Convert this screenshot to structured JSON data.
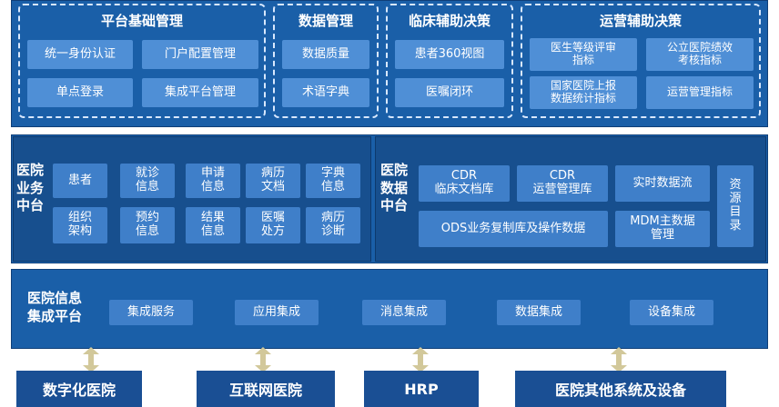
{
  "top": {
    "groups": [
      {
        "title": "平台基础管理",
        "items": [
          "统一身份认证",
          "门户配置管理",
          "单点登录",
          "集成平台管理"
        ]
      },
      {
        "title": "数据管理",
        "items": [
          "数据质量",
          "术语字典"
        ]
      },
      {
        "title": "临床辅助决策",
        "items": [
          "患者360视图",
          "医嘱闭环"
        ]
      },
      {
        "title": "运营辅助决策",
        "items": [
          "医生等级评审\n指标",
          "公立医院绩效\n考核指标",
          "国家医院上报\n数据统计指标",
          "运营管理指标"
        ]
      }
    ]
  },
  "business": {
    "label": "医院\n业务\n中台",
    "items": [
      "患者",
      "就诊\n信息",
      "申请\n信息",
      "病历\n文档",
      "字典\n信息",
      "组织\n架构",
      "预约\n信息",
      "结果\n信息",
      "医嘱\n处方",
      "病历\n诊断"
    ]
  },
  "data_center": {
    "label": "医院\n数据\n中台",
    "items": [
      "CDR\n临床文档库",
      "CDR\n运营管理库",
      "实时数据流",
      "ODS业务复制库及操作数据",
      "MDM主数据\n管理"
    ],
    "side": "资\n源\n目\n录"
  },
  "integration": {
    "label": "医院信息\n集成平台",
    "items": [
      "集成服务",
      "应用集成",
      "消息集成",
      "数据集成",
      "设备集成"
    ]
  },
  "bottom": {
    "items": [
      "数字化医院",
      "互联网医院",
      "HRP",
      "医院其他系统及设备"
    ]
  },
  "colors": {
    "band": "#1a5fa8",
    "button": "#4f8fd6",
    "arrow": "#d2c89a",
    "bottom": "#1a4f94"
  }
}
